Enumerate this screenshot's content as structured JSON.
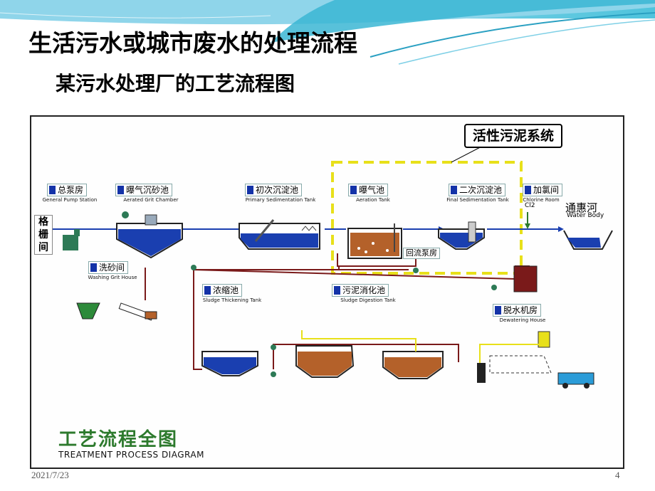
{
  "slide": {
    "title": "生活污水或城市废水的处理流程",
    "subtitle": "某污水处理厂的工艺流程图",
    "date": "2021/7/23",
    "page": "4"
  },
  "diagram": {
    "callout": "活性污泥系统",
    "screen": "格栅间",
    "return_pump": "回流泵房",
    "cl2": "Cl2",
    "river": {
      "cn": "通惠河",
      "en": "Water Body"
    },
    "units": [
      {
        "cn": "总泵房",
        "en": "General Pump Station"
      },
      {
        "cn": "曝气沉砂池",
        "en": "Aerated Grit Chamber"
      },
      {
        "cn": "初次沉淀池",
        "en": "Primary Sedimentation Tank"
      },
      {
        "cn": "曝气池",
        "en": "Aeration Tank"
      },
      {
        "cn": "二次沉淀池",
        "en": "Final Sedimentation Tank"
      },
      {
        "cn": "加氯间",
        "en": "Chlorine Room"
      },
      {
        "cn": "洗砂间",
        "en": "Washing Grit House"
      },
      {
        "cn": "浓缩池",
        "en": "Sludge Thickening Tank"
      },
      {
        "cn": "污泥消化池",
        "en": "Sludge Digestion Tank"
      },
      {
        "cn": "脱水机房",
        "en": "Dewatering House"
      }
    ],
    "footer_title": "工艺流程全图",
    "footer_subtitle": "TREATMENT PROCESS DIAGRAM"
  },
  "colors": {
    "water": "#1a3fb0",
    "sludge": "#b4612a",
    "pipe": "#7a1a1a",
    "highlight": "#e8e01a"
  }
}
